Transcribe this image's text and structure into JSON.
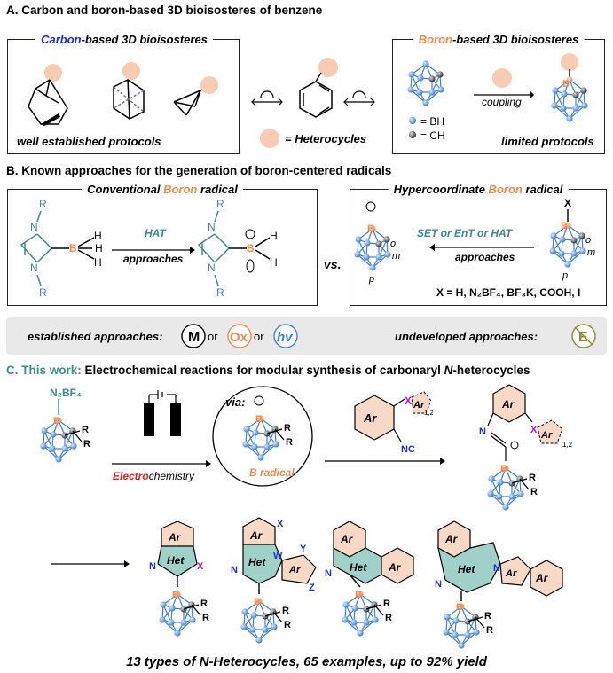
{
  "sectionA": {
    "title": "A. Carbon and boron-based 3D bioisosteres of benzene",
    "carbon_box": {
      "title_part1": "Carbon",
      "title_part2": "-based 3D bioisosteres",
      "footer": "well established protocols"
    },
    "legend_heterocycles": "= Heterocycles",
    "boron_box": {
      "title_part1": "Boron",
      "title_part2": "-based 3D bioisosteres",
      "bh_label": "= BH",
      "ch_label": "= CH",
      "arrow_label": "coupling",
      "footer": "limited protocols",
      "atom_label": "B"
    }
  },
  "sectionB": {
    "title": "B. Known approaches for the generation of boron-centered radicals",
    "conventional": {
      "title_part1": "Conventional ",
      "title_part2": "Boron",
      "title_part3": " radical",
      "arrow_top": "HAT",
      "arrow_bottom": "approaches"
    },
    "vs": "vs.",
    "hypercoordinate": {
      "title_part1": "Hypercoordinate ",
      "title_part2": "Boron",
      "title_part3": " radical",
      "arrow_top": "SET or EnT or HAT",
      "arrow_bottom": "approaches",
      "x_label": "X",
      "x_list": "X = H, N₂BF₄, BF₃K, COOH, I"
    },
    "band": {
      "established": "established approaches:",
      "m": "M",
      "ox": "Ox",
      "hv": "hv",
      "or": "or",
      "undeveloped": "undeveloped approaches:",
      "e": "E"
    }
  },
  "sectionC": {
    "title_part1": "C. This work:",
    "title_part2": " Electrochemical reactions for modular synthesis of carbonaryl ",
    "title_part3": "N",
    "title_part4": "-heterocycles",
    "reagent": "N₂BF₄",
    "electro_part1": "Electro",
    "electro_part2": "chemistry",
    "via": "via:",
    "b_radical": "B radical",
    "isonitrile": {
      "ar": "Ar",
      "nc": "NC",
      "x": "X",
      "sub": "1,2"
    },
    "intermediate": {
      "ar": "Ar",
      "n": "N",
      "x": "X",
      "sub": "1,2"
    },
    "products": [
      {
        "ring": "Ar",
        "het": "Het",
        "n": "N",
        "x": "X"
      },
      {
        "ring": "Ar",
        "het": "Het",
        "n": "N",
        "x": "X",
        "w": "W",
        "y": "Y",
        "z": "Z",
        "ar2": "Ar"
      },
      {
        "ring": "Ar",
        "het": "Het",
        "n": "N"
      },
      {
        "ring": "Ar",
        "het": "Het",
        "n": "N",
        "n2": "N",
        "ar2": "Ar"
      }
    ],
    "r": "R",
    "summary": "13 types of N-Heterocycles, 65 examples, up to 92% yield"
  },
  "colors": {
    "blue_text": "#1f2fd8",
    "orange": "#f08a4b",
    "teal": "#3a8b8b",
    "red": "#e0211a",
    "cage_blue": "#4f8fe0",
    "pink": "#f8cbb3",
    "het_fill": "#9fd1c9"
  }
}
